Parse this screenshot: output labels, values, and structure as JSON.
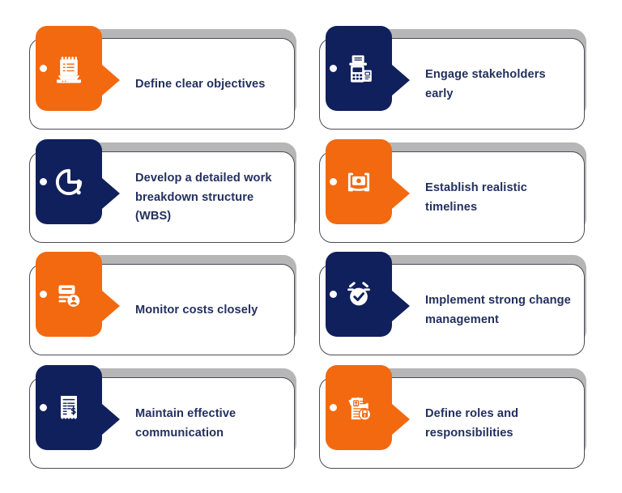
{
  "theme": {
    "orange": "#f2690f",
    "navy": "#10205c",
    "text_navy": "#23305f",
    "plate_grey": "#b6b6b6",
    "panel_border": "#4a4a55",
    "background": "#ffffff"
  },
  "diagram": {
    "type": "tag-card-grid",
    "columns": 2,
    "rows": 4,
    "cards": [
      {
        "id": 1,
        "label": "Define clear objectives",
        "icon": "notepad-checklist-icon",
        "tile_color": "orange",
        "column": "left",
        "row": 1
      },
      {
        "id": 2,
        "label": "Engage stakeholders early",
        "icon": "card-payment-terminal-icon",
        "tile_color": "navy",
        "column": "right",
        "row": 1
      },
      {
        "id": 3,
        "label": "Develop a detailed work breakdown structure (WBS)",
        "icon": "pie-chart-alert-icon",
        "tile_color": "navy",
        "column": "left",
        "row": 2
      },
      {
        "id": 4,
        "label": "Establish realistic timelines",
        "icon": "banknote-money-icon",
        "tile_color": "orange",
        "column": "right",
        "row": 2
      },
      {
        "id": 5,
        "label": "Monitor costs closely",
        "icon": "id-card-person-icon",
        "tile_color": "orange",
        "column": "left",
        "row": 3
      },
      {
        "id": 6,
        "label": "Implement strong change management",
        "icon": "alarm-clock-check-icon",
        "tile_color": "navy",
        "column": "right",
        "row": 3
      },
      {
        "id": 7,
        "label": "Maintain effective communication",
        "icon": "receipt-dollar-icon",
        "tile_color": "navy",
        "column": "left",
        "row": 4
      },
      {
        "id": 8,
        "label": "Define roles and responsibilities",
        "icon": "documents-id-lock-icon",
        "tile_color": "orange",
        "column": "right",
        "row": 4
      }
    ]
  }
}
